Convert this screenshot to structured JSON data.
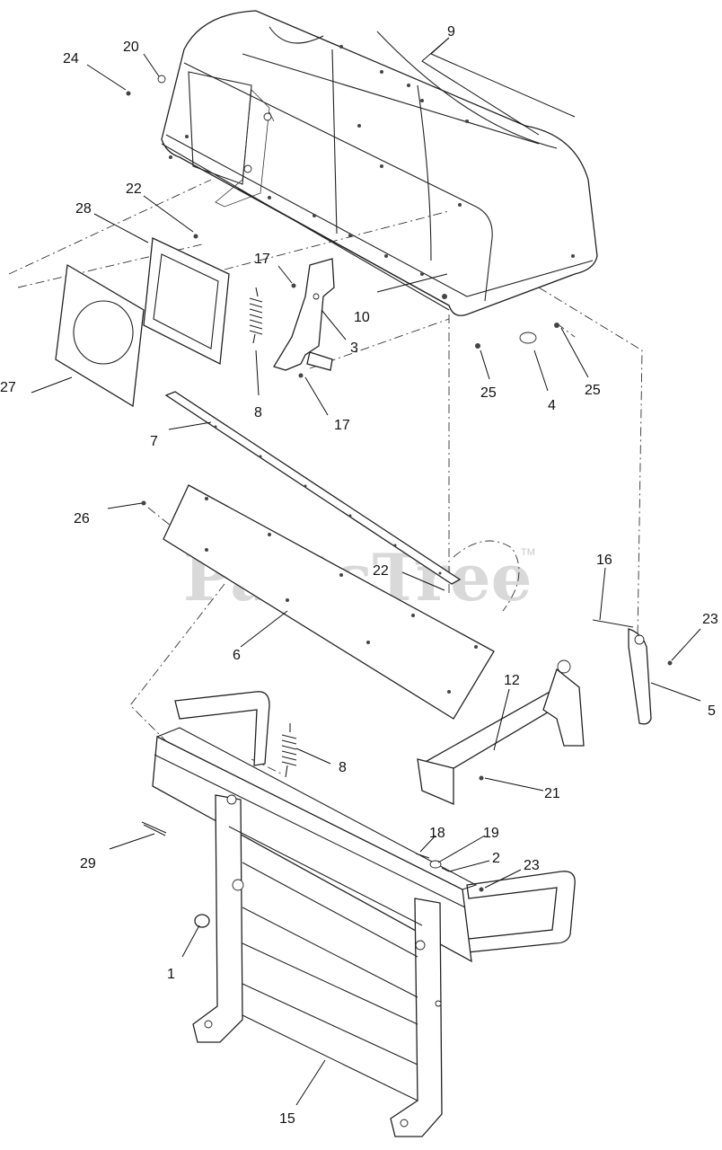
{
  "watermark": {
    "text": "PartsTree",
    "trademark": "TM"
  },
  "callouts": [
    {
      "id": "c24",
      "text": "24"
    },
    {
      "id": "c20",
      "text": "20"
    },
    {
      "id": "c9",
      "text": "9"
    },
    {
      "id": "c22a",
      "text": "22"
    },
    {
      "id": "c28",
      "text": "28"
    },
    {
      "id": "c17a",
      "text": "17"
    },
    {
      "id": "c10",
      "text": "10"
    },
    {
      "id": "c3",
      "text": "3"
    },
    {
      "id": "c27",
      "text": "27"
    },
    {
      "id": "c8a",
      "text": "8"
    },
    {
      "id": "c17b",
      "text": "17"
    },
    {
      "id": "c25a",
      "text": "25"
    },
    {
      "id": "c4",
      "text": "4"
    },
    {
      "id": "c25b",
      "text": "25"
    },
    {
      "id": "c7",
      "text": "7"
    },
    {
      "id": "c26",
      "text": "26"
    },
    {
      "id": "c22b",
      "text": "22"
    },
    {
      "id": "c16",
      "text": "16"
    },
    {
      "id": "c23a",
      "text": "23"
    },
    {
      "id": "c6",
      "text": "6"
    },
    {
      "id": "c5",
      "text": "5"
    },
    {
      "id": "c12",
      "text": "12"
    },
    {
      "id": "c8b",
      "text": "8"
    },
    {
      "id": "c21",
      "text": "21"
    },
    {
      "id": "c18",
      "text": "18"
    },
    {
      "id": "c19",
      "text": "19"
    },
    {
      "id": "c2",
      "text": "2"
    },
    {
      "id": "c23b",
      "text": "23"
    },
    {
      "id": "c29",
      "text": "29"
    },
    {
      "id": "c1",
      "text": "1"
    },
    {
      "id": "c15",
      "text": "15"
    }
  ]
}
